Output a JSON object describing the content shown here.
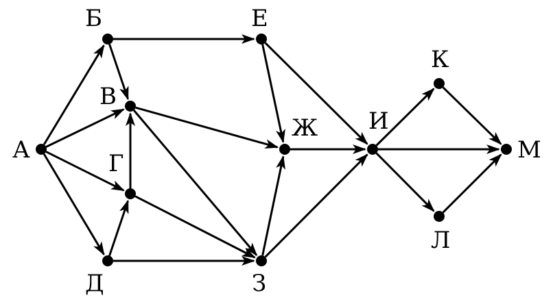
{
  "graph": {
    "nodes": [
      {
        "id": "A",
        "label": "А"
      },
      {
        "id": "B",
        "label": "Б"
      },
      {
        "id": "V",
        "label": "В"
      },
      {
        "id": "G",
        "label": "Г"
      },
      {
        "id": "D",
        "label": "Д"
      },
      {
        "id": "E",
        "label": "Е"
      },
      {
        "id": "ZH",
        "label": "Ж"
      },
      {
        "id": "Z",
        "label": "З"
      },
      {
        "id": "I",
        "label": "И"
      },
      {
        "id": "K",
        "label": "К"
      },
      {
        "id": "L",
        "label": "Л"
      },
      {
        "id": "M",
        "label": "М"
      }
    ],
    "edges": [
      {
        "from": "A",
        "to": "B"
      },
      {
        "from": "A",
        "to": "V"
      },
      {
        "from": "A",
        "to": "G"
      },
      {
        "from": "A",
        "to": "D"
      },
      {
        "from": "B",
        "to": "V"
      },
      {
        "from": "B",
        "to": "E"
      },
      {
        "from": "G",
        "to": "V"
      },
      {
        "from": "D",
        "to": "G"
      },
      {
        "from": "V",
        "to": "ZH"
      },
      {
        "from": "V",
        "to": "Z"
      },
      {
        "from": "G",
        "to": "Z"
      },
      {
        "from": "D",
        "to": "Z"
      },
      {
        "from": "E",
        "to": "ZH"
      },
      {
        "from": "E",
        "to": "I"
      },
      {
        "from": "Z",
        "to": "ZH"
      },
      {
        "from": "Z",
        "to": "I"
      },
      {
        "from": "ZH",
        "to": "I"
      },
      {
        "from": "I",
        "to": "K"
      },
      {
        "from": "I",
        "to": "M"
      },
      {
        "from": "I",
        "to": "L"
      },
      {
        "from": "K",
        "to": "M"
      },
      {
        "from": "L",
        "to": "M"
      }
    ]
  }
}
